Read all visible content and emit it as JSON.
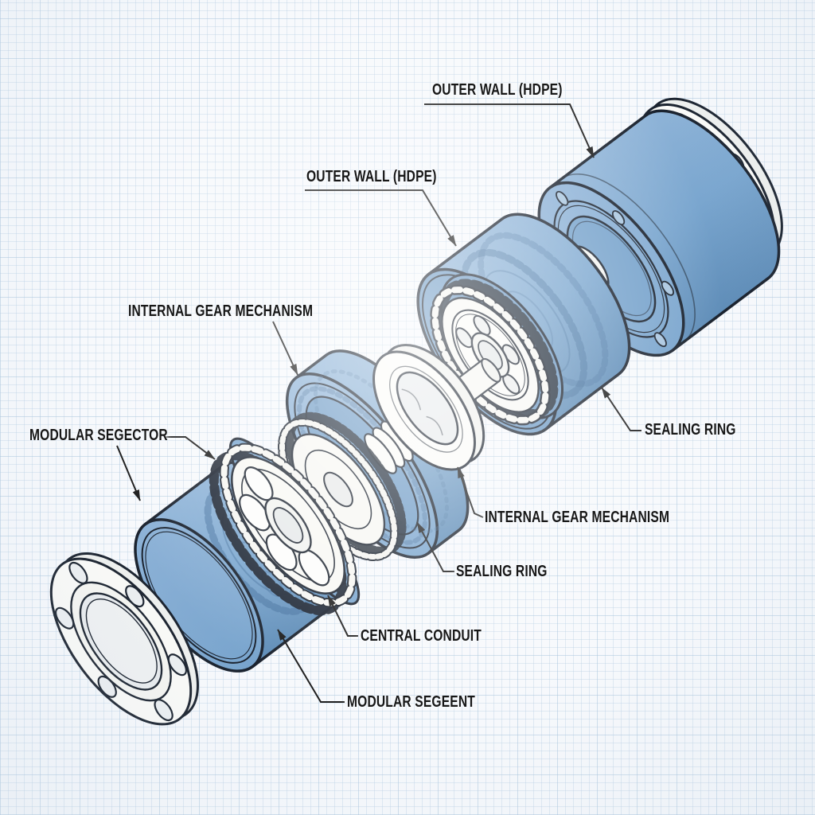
{
  "figure": {
    "kind": "exploded-assembly-technical-drawing",
    "colors": {
      "part_blue": "#7aa6cf",
      "part_blue_light": "#86aed4",
      "part_blue_dark": "#628fb9",
      "white_part": "#f9f9f6",
      "outline": "#1a222e",
      "leader": "#1c1c1c",
      "label_text": "#171717",
      "background": "#f7f9fc",
      "grid": "#b7cee3"
    }
  },
  "labels": [
    {
      "id": "outer-wall-top",
      "text": "OUTER WALL (HDPE)"
    },
    {
      "id": "outer-wall-mid",
      "text": "OUTER WALL (HDPE)"
    },
    {
      "id": "internal-gear-mechanism-left",
      "text": "INTERNAL GEAR MECHANISM"
    },
    {
      "id": "modular-segector",
      "text": "MODULAR SEGECTOR"
    },
    {
      "id": "sealing-ring-right",
      "text": "SEALING RING"
    },
    {
      "id": "internal-gear-mechanism-center",
      "text": "INTERNAL GEAR MECHANISM"
    },
    {
      "id": "sealing-ring-center",
      "text": "SEALING RING"
    },
    {
      "id": "central-conduit",
      "text": "CENTRAL CONDUIT"
    },
    {
      "id": "modular-segeent",
      "text": "MODULAR SEGEENT"
    }
  ]
}
